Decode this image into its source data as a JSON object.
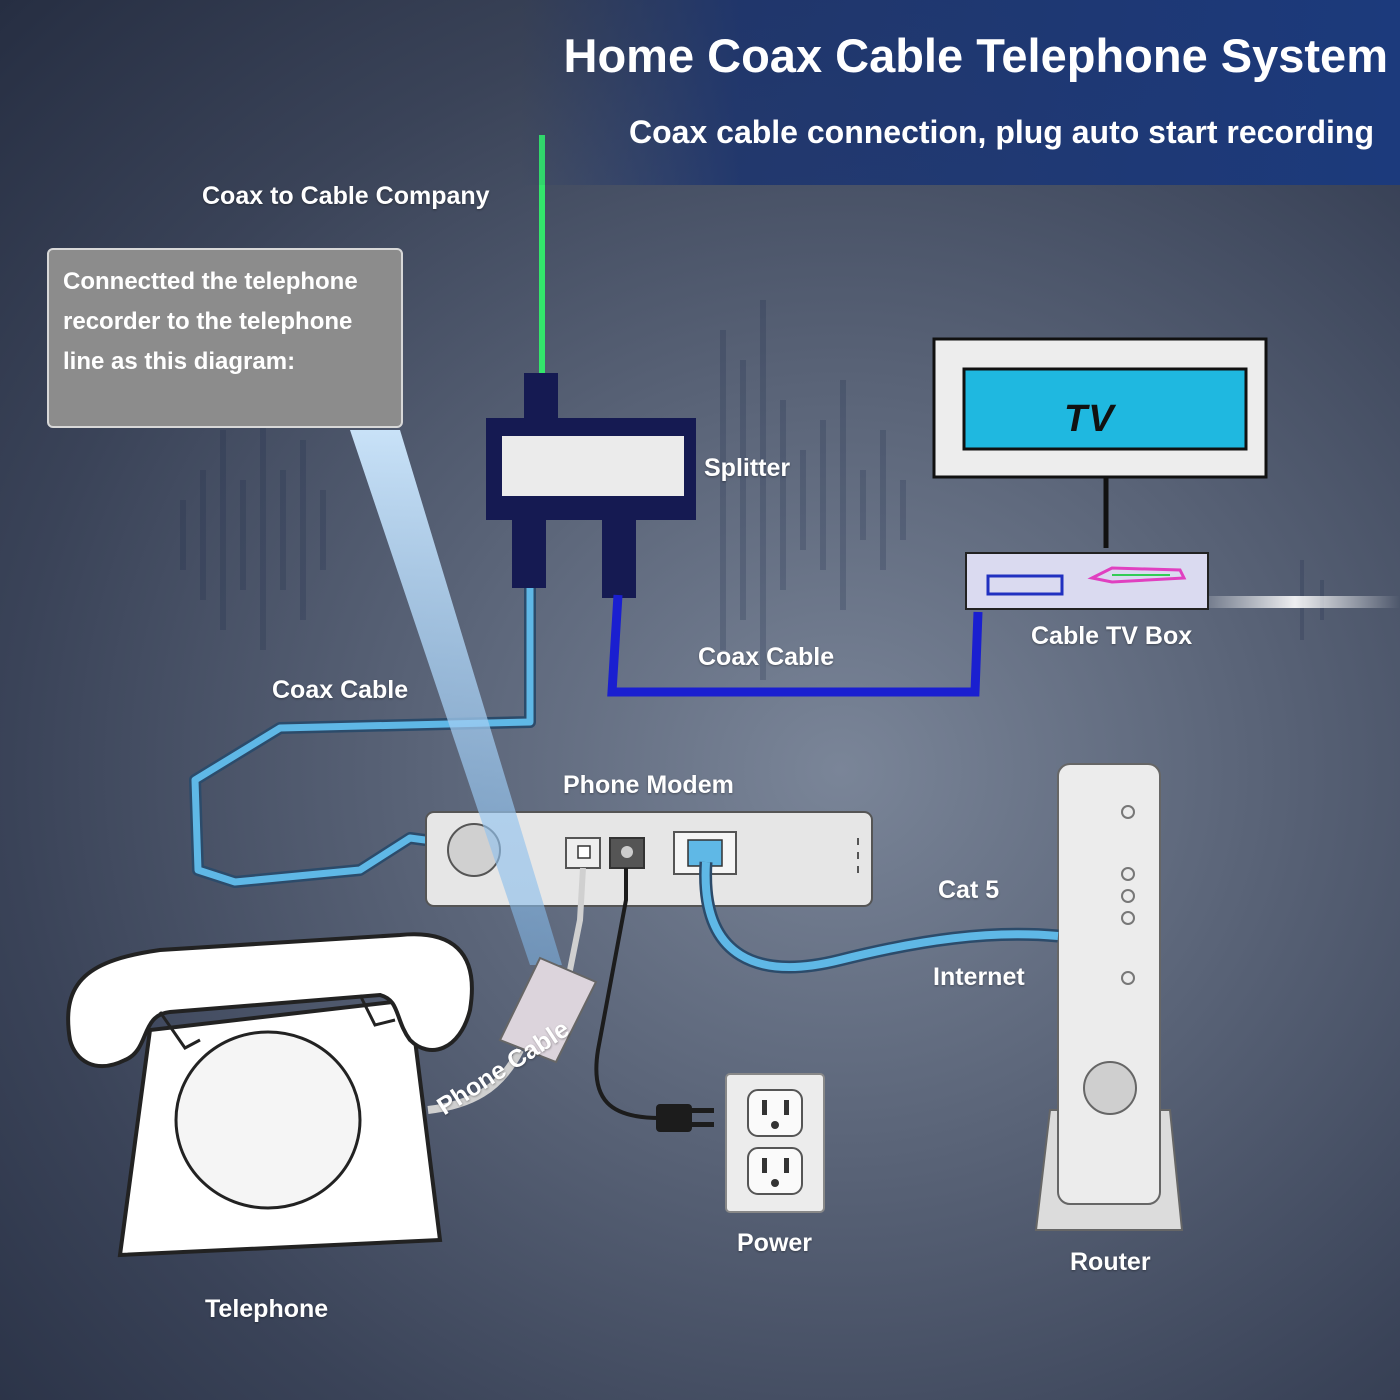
{
  "header": {
    "title": "Home Coax Cable Telephone System",
    "subtitle": "Coax cable connection, plug auto start recording"
  },
  "callout": {
    "lines": [
      "Connectted the telephone",
      "recorder to the telephone",
      "line as this diagram:"
    ]
  },
  "labels": {
    "coax_to_company": "Coax to Cable Company",
    "splitter": "Splitter",
    "tv": "TV",
    "cable_tv_box": "Cable TV Box",
    "coax_cable_right": "Coax Cable",
    "coax_cable_left": "Coax Cable",
    "phone_modem": "Phone Modem",
    "cat5": "Cat 5",
    "internet": "Internet",
    "phone_cable": "Phone Cable",
    "power": "Power",
    "router": "Router",
    "telephone": "Telephone"
  },
  "colors": {
    "banner": "#1c3a7c",
    "coax_light": "#5fb8e6",
    "coax_dark": "#1a1fd0",
    "incoming_line": "#33e66b",
    "splitter_body": "#151a52",
    "tv_screen": "#1fb8e0"
  },
  "icons": [
    "splitter-icon",
    "tv-icon",
    "cable-box-icon",
    "modem-icon",
    "router-icon",
    "telephone-icon",
    "recorder-icon",
    "outlet-icon",
    "plug-icon"
  ]
}
